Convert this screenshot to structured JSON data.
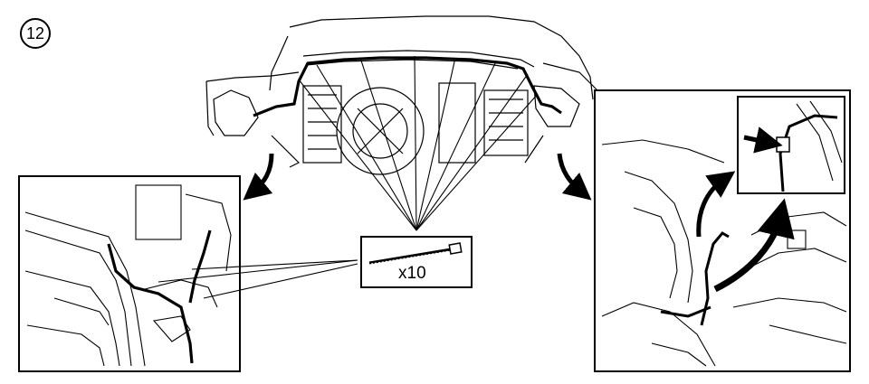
{
  "figure": {
    "step_number": "12",
    "tie_quantity": "x10"
  },
  "colors": {
    "line": "#000000",
    "background": "#ffffff"
  },
  "icons": [
    "step-number-badge",
    "cable-tie-icon",
    "arrow-pointer"
  ]
}
